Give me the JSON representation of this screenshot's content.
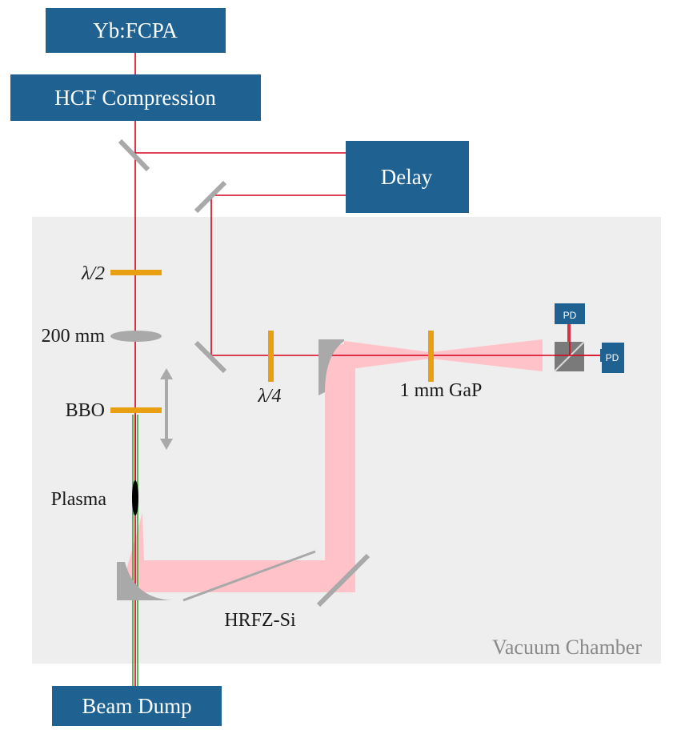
{
  "boxes": {
    "laser": "Yb:FCPA",
    "compression": "HCF Compression",
    "delay": "Delay",
    "beam_dump": "Beam Dump",
    "pd_top": "PD",
    "pd_right": "PD"
  },
  "labels": {
    "half_wave": "λ/2",
    "lens": "200 mm",
    "bbo": "BBO",
    "plasma": "Plasma",
    "quarter_wave": "λ/4",
    "gap_crystal": "1 mm GaP",
    "hrfz_si": "HRFZ-Si",
    "chamber": "Vacuum Chamber"
  },
  "colors": {
    "box_blue": "#1f6291",
    "laser_red": "#d6001c",
    "thz_pink": "#ffc2c8",
    "optic_orange": "#e8a012",
    "mirror_gray": "#a9a9a9",
    "chamber_bg": "#eeeeee",
    "second_harmonic_green": "#3aa335"
  }
}
